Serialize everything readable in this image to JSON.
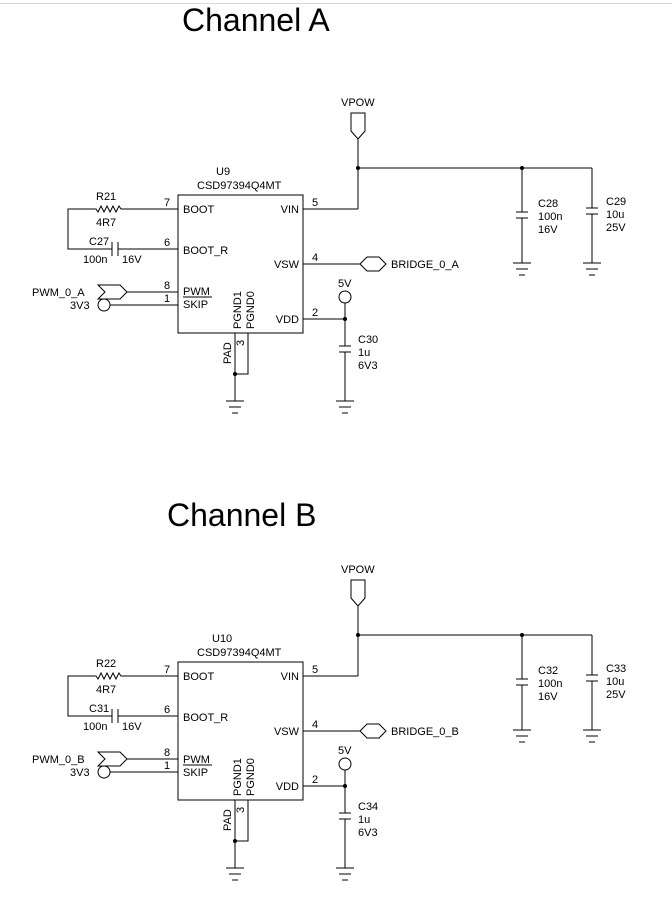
{
  "channels": [
    {
      "title": "Channel A",
      "supply": "VPOW",
      "ic": {
        "ref": "U9",
        "part": "CSD97394Q4MT",
        "pins": {
          "boot": "BOOT",
          "boot_r": "BOOT_R",
          "pwm": "PWM",
          "skip": "SKIP",
          "vin": "VIN",
          "vsw": "VSW",
          "vdd": "VDD",
          "pgnd1": "PGND1",
          "pgnd0": "PGND0",
          "pad": "PAD"
        },
        "pin_numbers": {
          "boot": "7",
          "boot_r": "6",
          "pwm": "8",
          "skip": "1",
          "vin": "5",
          "vsw": "4",
          "vdd": "2",
          "pad": "3"
        }
      },
      "resistor": {
        "ref": "R21",
        "value": "4R7"
      },
      "boot_cap": {
        "ref": "C27",
        "value": "100n",
        "voltage": "16V"
      },
      "pwm_net": "PWM_0_A",
      "skip_net": "3V3",
      "output_net": "BRIDGE_0_A",
      "vdd_net": "5V",
      "vdd_cap": {
        "ref": "C30",
        "value": "1u",
        "voltage": "6V3"
      },
      "bulk_caps": [
        {
          "ref": "C28",
          "value": "100n",
          "voltage": "16V"
        },
        {
          "ref": "C29",
          "value": "10u",
          "voltage": "25V"
        }
      ]
    },
    {
      "title": "Channel B",
      "supply": "VPOW",
      "ic": {
        "ref": "U10",
        "part": "CSD97394Q4MT",
        "pins": {
          "boot": "BOOT",
          "boot_r": "BOOT_R",
          "pwm": "PWM",
          "skip": "SKIP",
          "vin": "VIN",
          "vsw": "VSW",
          "vdd": "VDD",
          "pgnd1": "PGND1",
          "pgnd0": "PGND0",
          "pad": "PAD"
        },
        "pin_numbers": {
          "boot": "7",
          "boot_r": "6",
          "pwm": "8",
          "skip": "1",
          "vin": "5",
          "vsw": "4",
          "vdd": "2",
          "pad": "3"
        }
      },
      "resistor": {
        "ref": "R22",
        "value": "4R7"
      },
      "boot_cap": {
        "ref": "C31",
        "value": "100n",
        "voltage": "16V"
      },
      "pwm_net": "PWM_0_B",
      "skip_net": "3V3",
      "output_net": "BRIDGE_0_B",
      "vdd_net": "5V",
      "vdd_cap": {
        "ref": "C34",
        "value": "1u",
        "voltage": "6V3"
      },
      "bulk_caps": [
        {
          "ref": "C32",
          "value": "100n",
          "voltage": "16V"
        },
        {
          "ref": "C33",
          "value": "10u",
          "voltage": "25V"
        }
      ]
    }
  ]
}
